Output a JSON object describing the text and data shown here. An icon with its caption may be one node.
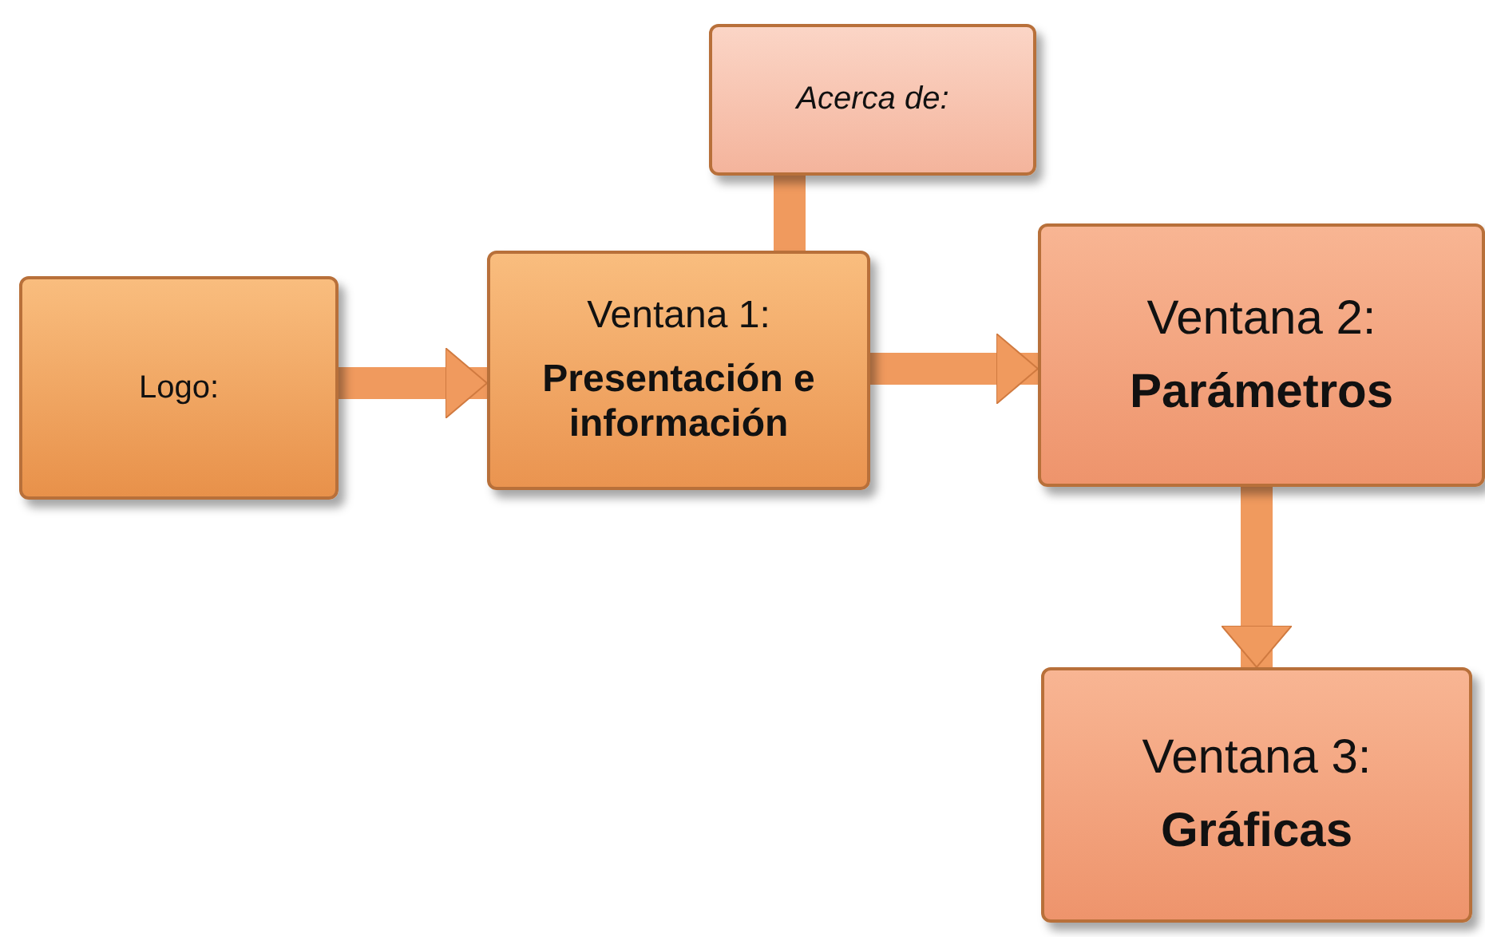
{
  "diagram": {
    "nodes": [
      {
        "text": [
          "Logo:"
        ]
      },
      {
        "text": [
          "Ventana 1:",
          "Presentación e información"
        ]
      },
      {
        "text": [
          "Acerca de:"
        ]
      },
      {
        "text": [
          "Ventana 2:",
          "Parámetros"
        ]
      },
      {
        "text": [
          "Ventana 3:",
          "Gráficas"
        ]
      }
    ],
    "edges": [
      {
        "from": 0,
        "to": 1,
        "arrow": "to"
      },
      {
        "from": 1,
        "to": 2,
        "arrow": "to"
      },
      {
        "from": 1,
        "to": 3,
        "arrow": "to"
      },
      {
        "from": 3,
        "to": 4,
        "arrow": "to"
      }
    ]
  }
}
